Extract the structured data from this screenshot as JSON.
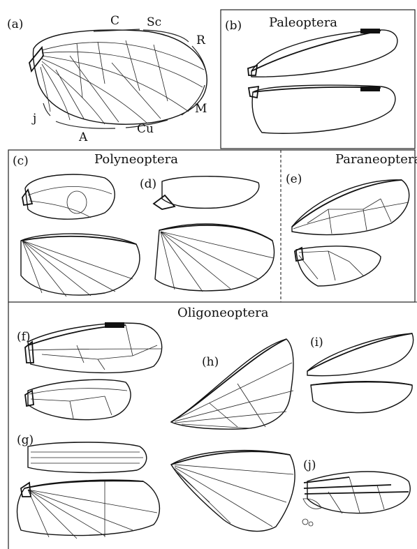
{
  "panels": {
    "a": {
      "label": "(a)",
      "veins": {
        "C": "C",
        "Sc": "Sc",
        "R": "R",
        "M": "M",
        "Cu": "Cu",
        "A": "A",
        "j": "j"
      }
    },
    "b": {
      "label": "(b)",
      "group": "Paleoptera"
    },
    "c": {
      "label": "(c)",
      "group": "Polyneoptera"
    },
    "d": {
      "label": "(d)"
    },
    "e": {
      "label": "(e)",
      "group": "Paraneoptera"
    },
    "oligo": {
      "group": "Oligoneoptera"
    },
    "f": {
      "label": "(f)"
    },
    "g": {
      "label": "(g)"
    },
    "h": {
      "label": "(h)"
    },
    "i": {
      "label": "(i)"
    },
    "j": {
      "label": "(j)"
    }
  }
}
